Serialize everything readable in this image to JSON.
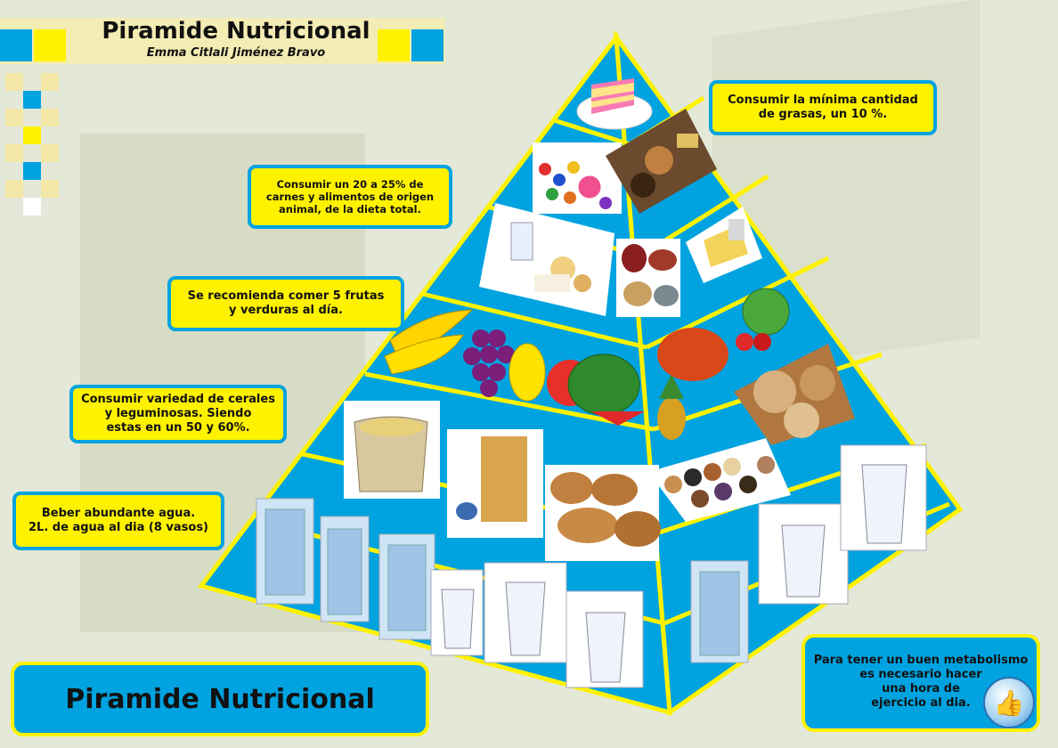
{
  "header": {
    "title": "Piramide Nutricional",
    "author": "Emma Citlali Jiménez Bravo"
  },
  "notes": {
    "fats": "Consumir la mínima cantidad\nde grasas, un 10 %.",
    "meat": "Consumir un 20 a 25% de\ncarnes y alimentos de origen\nanimal, de la dieta total.",
    "fruits": "Se recomienda comer 5 frutas\ny verduras al día.",
    "cereals": "Consumir variedad de cerales\ny leguminosas. Siendo\nestas en un 50 y 60%.",
    "water": "Beber abundante agua.\n2L. de agua al dia (8 vasos)"
  },
  "banner": {
    "title": "Piramide Nutricional"
  },
  "exercise": {
    "text": "Para tener un buen metabolismo\nes necesario hacer\nuna hora de\nejercicio al dia.",
    "icon": "thumbs-up-icon"
  },
  "colors": {
    "pyramid_blue": "#00a3e0",
    "pyramid_line": "#fff200",
    "background": "#e3e8d8"
  }
}
